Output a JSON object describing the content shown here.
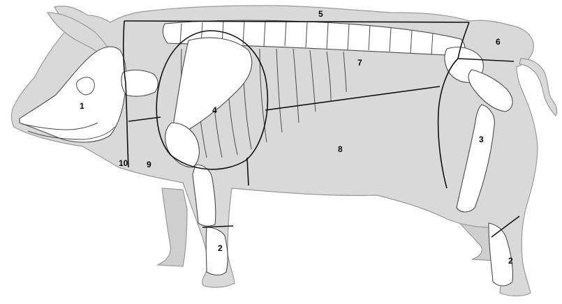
{
  "diagram": {
    "labels": [
      {
        "id": "1",
        "text": "1"
      },
      {
        "id": "2a",
        "text": "2"
      },
      {
        "id": "2b",
        "text": "2"
      },
      {
        "id": "3",
        "text": "3"
      },
      {
        "id": "4",
        "text": "4"
      },
      {
        "id": "5",
        "text": "5"
      },
      {
        "id": "6",
        "text": "6"
      },
      {
        "id": "7",
        "text": "7"
      },
      {
        "id": "8",
        "text": "8"
      },
      {
        "id": "9",
        "text": "9"
      },
      {
        "id": "10",
        "text": "10"
      }
    ],
    "colors": {
      "body_fill": "#d9d9d9",
      "bone_fill": "#ffffff",
      "cut_line": "#111111"
    }
  }
}
